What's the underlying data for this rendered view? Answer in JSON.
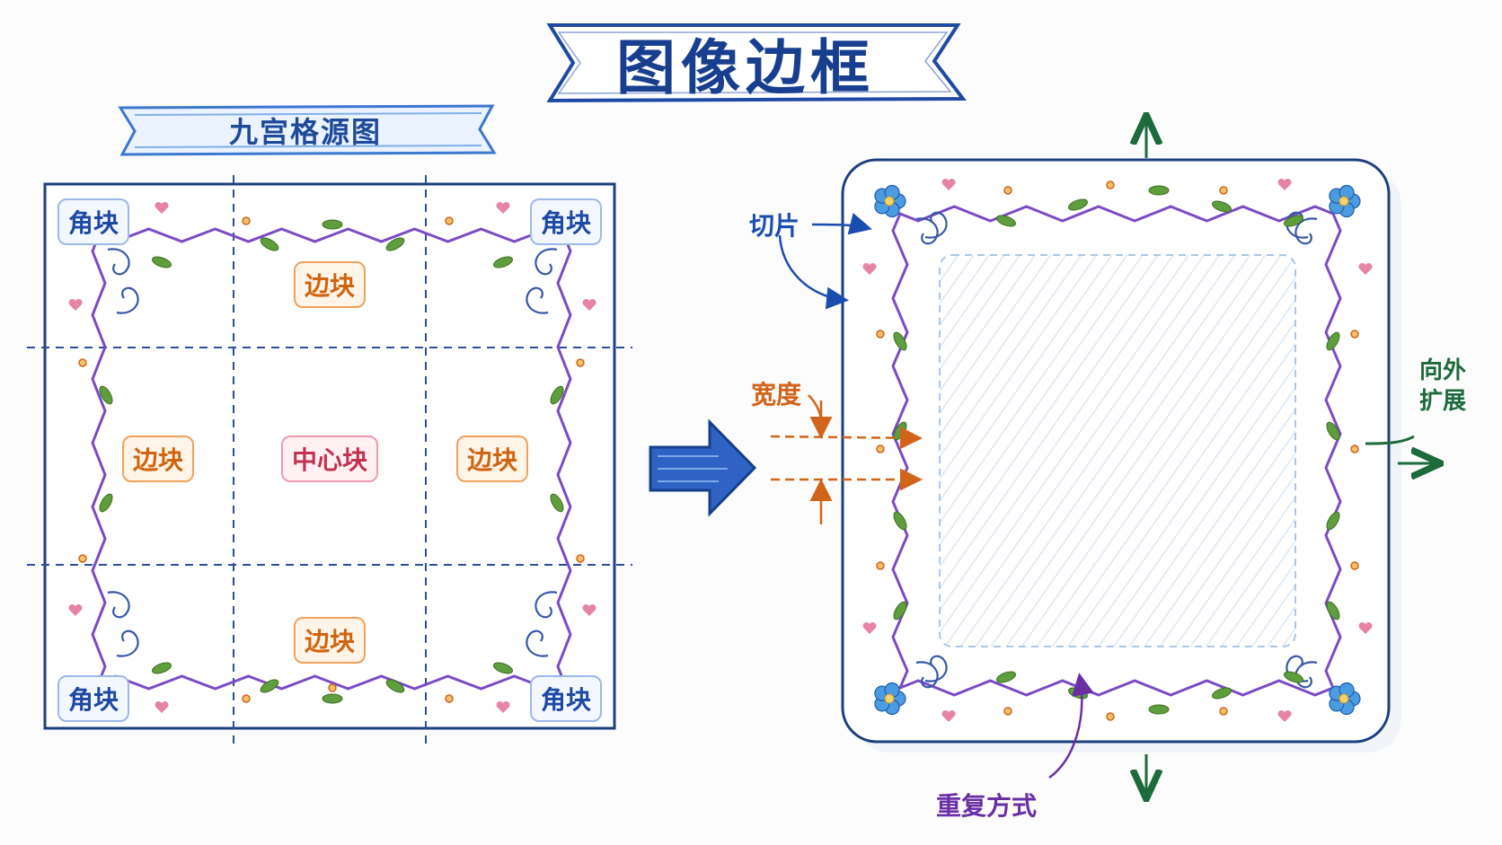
{
  "title": "图像边框",
  "source_panel": {
    "title": "九宫格源图",
    "corner_label": "角块",
    "edge_label": "边块",
    "center_label": "中心块"
  },
  "result_panel": {
    "slice_label": "切片",
    "width_label": "宽度",
    "outset_label_line1": "向外",
    "outset_label_line2": "扩展",
    "repeat_label": "重复方式"
  },
  "colors": {
    "title_blue": "#183f8f",
    "frame_blue": "#1c3f7e",
    "vine_purple": "#7b4bc4",
    "leaf_green": "#5f9e3c",
    "flower_blue": "#4a9be0",
    "accent_pink": "#e26f98",
    "accent_orange": "#d2641a",
    "arrow_green": "#1d6a3a"
  },
  "icons": [
    "flower-icon",
    "leaf-icon",
    "heart-icon",
    "big-arrow-right-icon"
  ]
}
